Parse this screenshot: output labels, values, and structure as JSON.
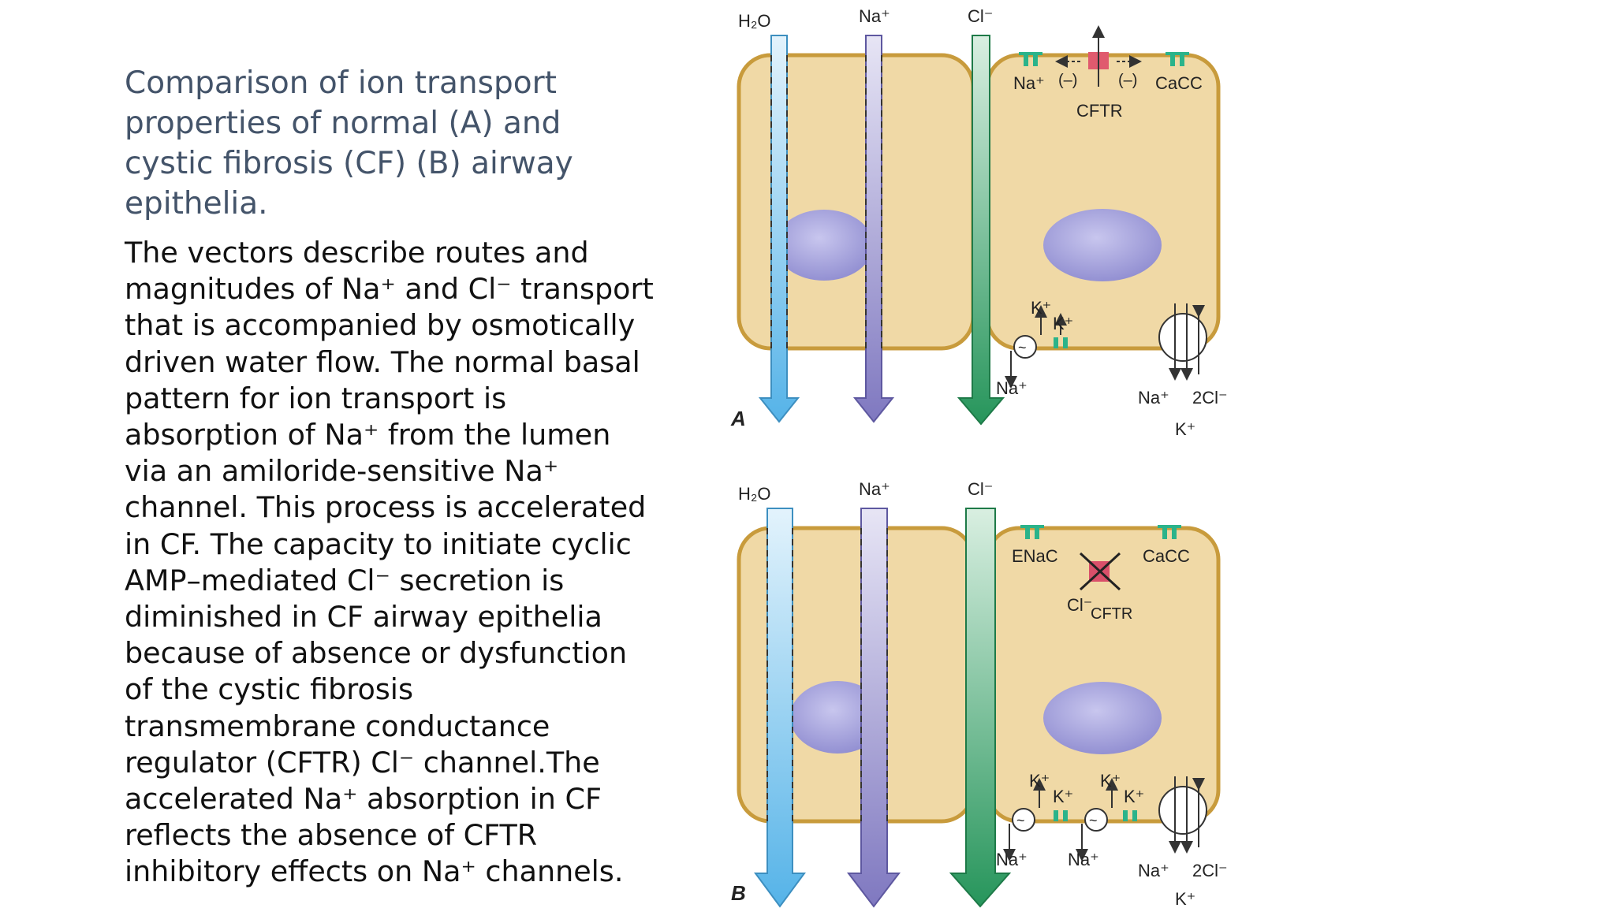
{
  "slide": {
    "title_lines": [
      "Comparison of ion transport",
      "properties of normal (A) and",
      "cystic fibrosis (CF) (B) airway",
      "epithelia."
    ],
    "body_lines": [
      "The vectors describe routes and",
      "magnitudes of Na⁺ and Cl⁻ transport",
      "that is accompanied by osmotically",
      "driven water flow. The normal basal",
      "pattern for ion transport is",
      "absorption of Na⁺ from the  lumen",
      "via an amiloride-sensitive Na⁺",
      "channel. This process is accelerated",
      "in CF. The capacity to initiate cyclic",
      "AMP–mediated Cl⁻ secretion is",
      "diminished in CF airway epithelia",
      "because of absence or dysfunction",
      "of the cystic fibrosis",
      "transmembrane conductance",
      "regulator (CFTR) Cl⁻ channel.The",
      "accelerated Na⁺ absorption in CF",
      "reflects the absence of CFTR",
      "inhibitory effects on Na⁺ channels."
    ]
  },
  "panel_a": {
    "label": "A",
    "flow_labels": {
      "water": "H₂O",
      "sodium": "Na⁺",
      "chloride": "Cl⁻"
    },
    "apical": {
      "left_channel": "Na⁺",
      "minus_left": "(–)",
      "minus_right": "(–)",
      "cftr": "CFTR",
      "cacc": "CaCC"
    },
    "basolateral": {
      "k_out": "K⁺",
      "k_channel": "K⁺",
      "na_pump": "Na⁺",
      "cotrans_na": "Na⁺",
      "cotrans_cl": "2Cl⁻",
      "cotrans_k": "K⁺"
    }
  },
  "panel_b": {
    "label": "B",
    "flow_labels": {
      "water": "H₂O",
      "sodium": "Na⁺",
      "chloride": "Cl⁻"
    },
    "apical": {
      "enac": "ENaC",
      "cacc": "CaCC",
      "cl": "Cl⁻",
      "cftr": "CFTR"
    },
    "basolateral": {
      "k_out_1": "K⁺",
      "k_channel_1": "K⁺",
      "k_out_2": "K⁺",
      "k_channel_2": "K⁺",
      "na_pump_1": "Na⁺",
      "na_pump_2": "Na⁺",
      "cotrans_na": "Na⁺",
      "cotrans_cl": "2Cl⁻",
      "cotrans_k": "K⁺"
    }
  },
  "colors": {
    "cell_fill": "#f0d9a6",
    "cell_stroke": "#c89b3c",
    "nucleus": "#9e9cd6",
    "water": "#62b8e8",
    "sodium": "#8a83c7",
    "chloride": "#2e9a62",
    "channel": "#2bb38a",
    "cftr": "#e05a6e"
  }
}
